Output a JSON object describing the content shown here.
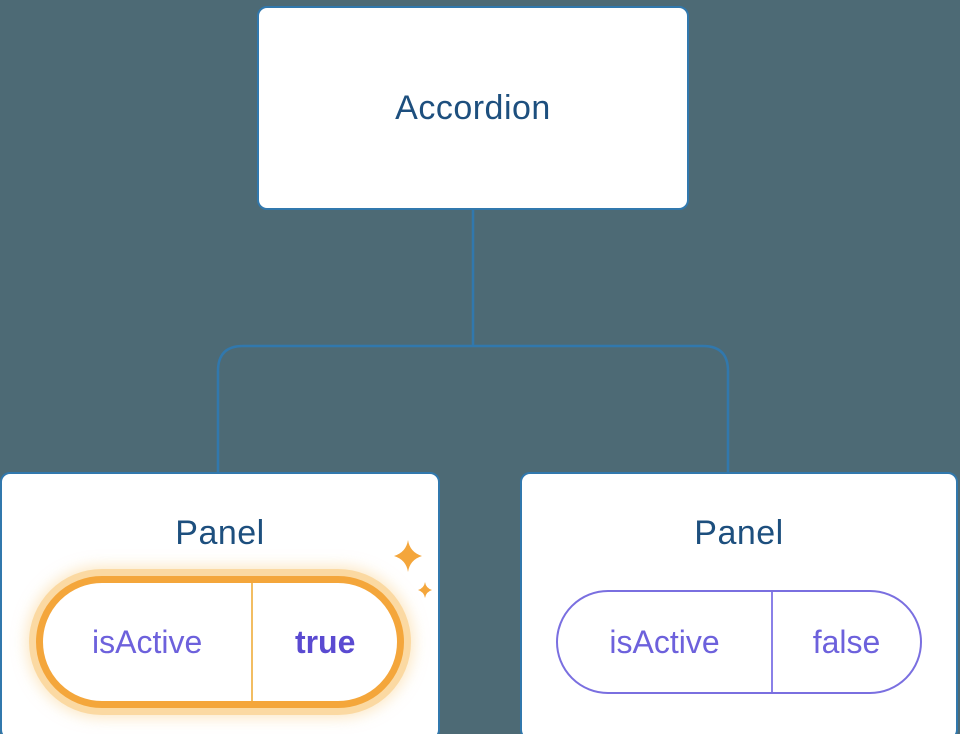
{
  "diagram": {
    "root_label": "Accordion",
    "panels": [
      {
        "title": "Panel",
        "prop_name": "isActive",
        "prop_value": "true",
        "highlighted": "true"
      },
      {
        "title": "Panel",
        "prop_name": "isActive",
        "prop_value": "false",
        "highlighted": "false"
      }
    ],
    "icons": {
      "sparkle": "sparkle-icon"
    },
    "colors": {
      "background": "#4d6a75",
      "node_fill": "#ffffff",
      "node_border": "#3178ad",
      "connector": "#3178ad",
      "title_text": "#1d4f7e",
      "state_text_purple": "#6d61dc",
      "state_value_bold_purple": "#5a4ad1",
      "state_border_purple": "#7a6fe0",
      "highlight_orange": "#f4a63b",
      "highlight_glow": "#fbd9a2"
    }
  }
}
